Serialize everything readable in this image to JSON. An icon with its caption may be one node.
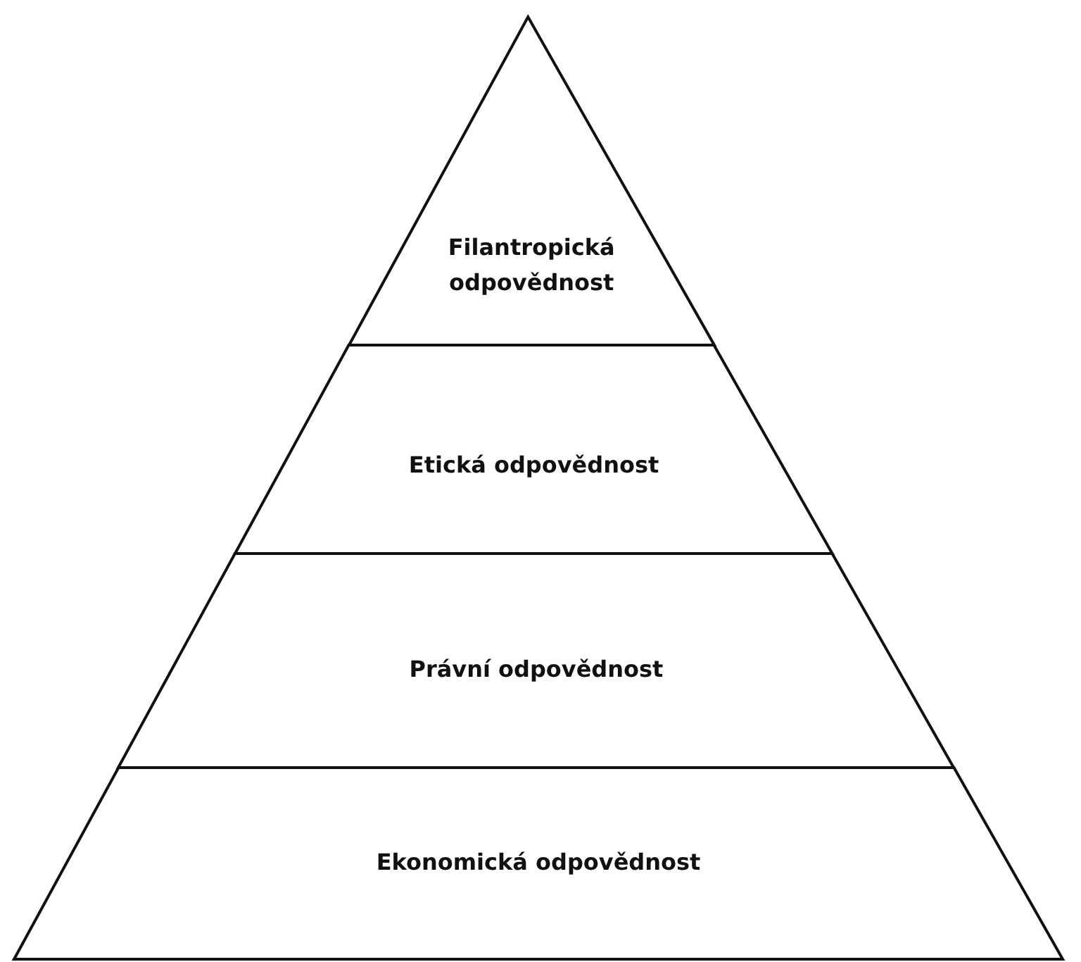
{
  "diagram": {
    "nodes": [
      {
        "text": [
          "Filantropická odpovědnost"
        ]
      },
      {
        "text": [
          "Etická odpovědnost"
        ]
      },
      {
        "text": [
          "Právní odpovědnost"
        ]
      },
      {
        "text": [
          "Ekonomická odpovědnost"
        ]
      }
    ]
  }
}
